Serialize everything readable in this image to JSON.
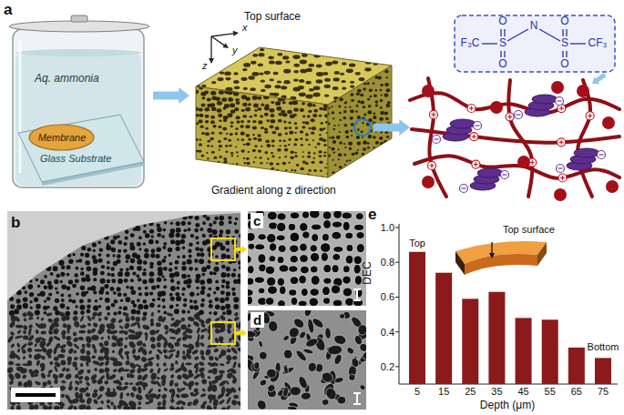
{
  "diagram": {
    "nodes": [
      {
        "text": [
          "Aq. ammonia"
        ]
      },
      {
        "text": [
          "Glass Substrate"
        ],
        "in": 0
      },
      {
        "text": [
          "Membrane"
        ],
        "in": 1
      },
      {
        "text": [
          "F₃C",
          "S",
          "O",
          "O",
          "N",
          "S",
          "O",
          "O",
          "CF₃"
        ]
      }
    ],
    "labels": [
      "a",
      "Top surface",
      "x",
      "y",
      "z",
      "Gradient along z direction",
      "b",
      "c",
      "d",
      "e",
      "Top surface",
      "Top",
      "Bottom",
      "DEC",
      "Depth (μm)",
      "1.0",
      "0.8",
      "0.6",
      "0.4",
      "0.2",
      "5",
      "15",
      "25",
      "35",
      "45",
      "55",
      "65",
      "75"
    ]
  }
}
